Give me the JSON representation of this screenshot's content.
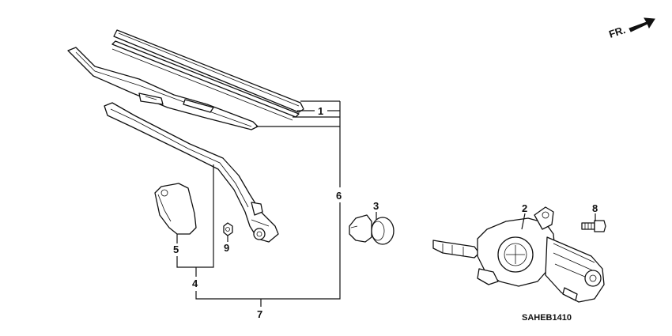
{
  "diagram": {
    "code": "SAHEB1410",
    "direction_label": "FR.",
    "callouts": [
      "1",
      "2",
      "3",
      "4",
      "5",
      "6",
      "7",
      "8",
      "9"
    ]
  }
}
